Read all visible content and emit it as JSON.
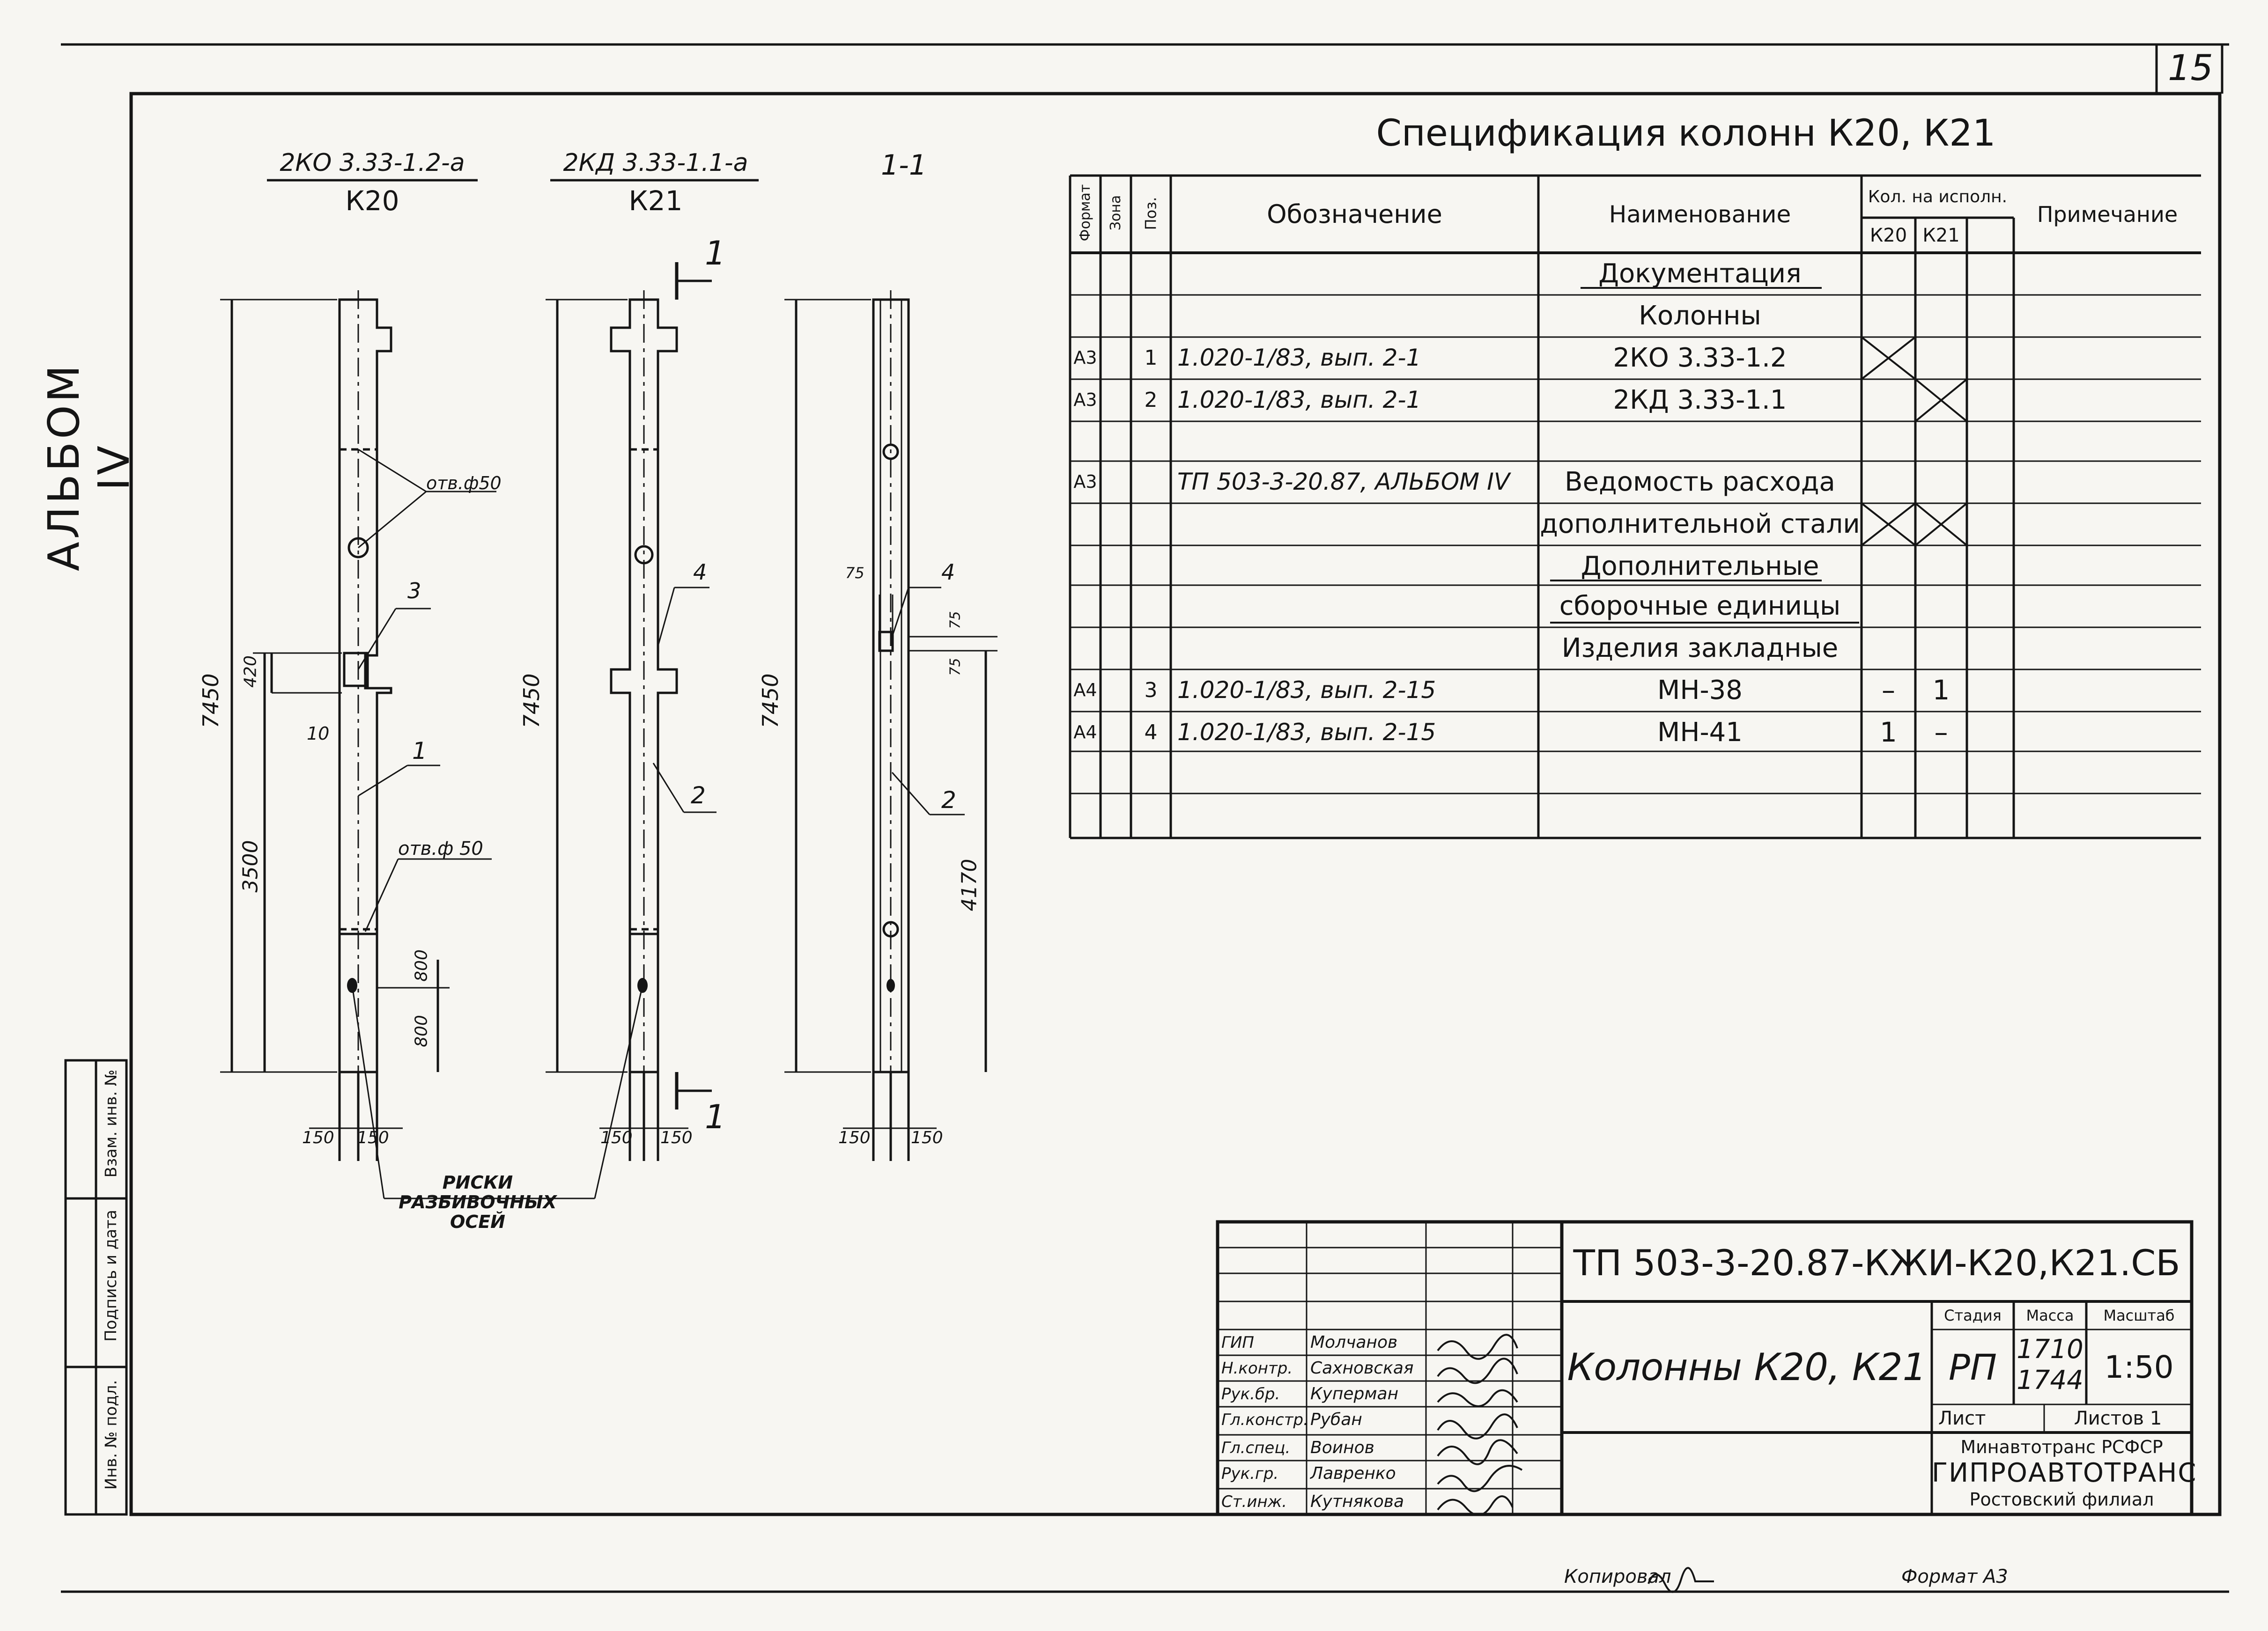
{
  "sheet_number": "15",
  "album_label": "АЛЬБОМ IV",
  "side_strip": {
    "inv_no": "Инв. № подл.",
    "signature_date": "Подпись и дата",
    "replaced_inv": "Взам. инв. №"
  },
  "drawing": {
    "col1_code": "2КО 3.33-1.2-а",
    "col1_mark": "К20",
    "col2_code": "2КД 3.33-1.1-а",
    "col2_mark": "К21",
    "section_label": "1-1",
    "cut_marker": "1",
    "dims": {
      "height": "7450",
      "d420": "420",
      "d10": "10",
      "d3500": "3500",
      "d800a": "800",
      "d800b": "800",
      "d150": "150",
      "d4170": "4170",
      "d75": "75"
    },
    "callouts": {
      "hole1": "отв.ф50",
      "hole2": "отв.ф 50",
      "pos1": "1",
      "pos2": "2",
      "pos3": "3",
      "pos4": "4"
    },
    "risk_note": [
      "РИСКИ",
      "РАЗБИВОЧНЫХ",
      "ОСЕЙ"
    ]
  },
  "spec": {
    "title": "Спецификация колонн К20, К21",
    "headers": {
      "format": "Формат",
      "zone": "Зона",
      "pos": "Поз.",
      "designation": "Обозначение",
      "name": "Наименование",
      "qty_group": "Кол. на исполн.",
      "k20": "К20",
      "k21": "К21",
      "note": "Примечание"
    },
    "rows": [
      {
        "format": "",
        "pos": "",
        "designation": "",
        "name": "Документация",
        "k20": "",
        "k21": ""
      },
      {
        "format": "",
        "pos": "",
        "designation": "",
        "name": "Колонны",
        "k20": "",
        "k21": ""
      },
      {
        "format": "А3",
        "pos": "1",
        "designation": "1.020-1/83, вып. 2-1",
        "name": "2КО 3.33-1.2",
        "k20": "",
        "k21": ""
      },
      {
        "format": "А3",
        "pos": "2",
        "designation": "1.020-1/83, вып. 2-1",
        "name": "2КД 3.33-1.1",
        "k20": "",
        "k21": ""
      },
      {
        "format": "",
        "pos": "",
        "designation": "",
        "name": "",
        "k20": "",
        "k21": ""
      },
      {
        "format": "А3",
        "pos": "",
        "designation": "ТП 503-3-20.87, АЛЬБОМ IV",
        "name": "Ведомость расхода",
        "k20": "",
        "k21": ""
      },
      {
        "format": "",
        "pos": "",
        "designation": "",
        "name": "дополнительной стали",
        "k20": "",
        "k21": ""
      },
      {
        "format": "",
        "pos": "",
        "designation": "",
        "name": "Дополнительные",
        "k20": "",
        "k21": ""
      },
      {
        "format": "",
        "pos": "",
        "designation": "",
        "name": "сборочные единицы",
        "k20": "",
        "k21": ""
      },
      {
        "format": "",
        "pos": "",
        "designation": "",
        "name": "Изделия закладные",
        "k20": "",
        "k21": ""
      },
      {
        "format": "А4",
        "pos": "3",
        "designation": "1.020-1/83, вып. 2-15",
        "name": "МН-38",
        "k20": "–",
        "k21": "1"
      },
      {
        "format": "А4",
        "pos": "4",
        "designation": "1.020-1/83, вып. 2-15",
        "name": "МН-41",
        "k20": "1",
        "k21": "–"
      },
      {
        "format": "",
        "pos": "",
        "designation": "",
        "name": "",
        "k20": "",
        "k21": ""
      },
      {
        "format": "",
        "pos": "",
        "designation": "",
        "name": "",
        "k20": "",
        "k21": ""
      }
    ]
  },
  "title_block": {
    "doc_code": "ТП 503-3-20.87-КЖИ-К20,К21.СБ",
    "object_name": "Колонны К20, К21",
    "stage_label": "Стадия",
    "mass_label": "Масса",
    "scale_label": "Масштаб",
    "stage": "РП",
    "mass1": "1710",
    "mass2": "1744",
    "scale": "1:50",
    "sheet_label": "Лист",
    "sheets_label": "Листов 1",
    "org1": "Минавтотранс РСФСР",
    "org2": "ГИПРОАВТОТРАНС",
    "org3": "Ростовский филиал",
    "people": [
      {
        "role": "ГИП",
        "name": "Молчанов"
      },
      {
        "role": "Н.контр.",
        "name": "Сахновская"
      },
      {
        "role": "Рук.бр.",
        "name": "Куперман"
      },
      {
        "role": "Гл.констр.",
        "name": "Рубан"
      },
      {
        "role": "Гл.спец.",
        "name": "Воинов"
      },
      {
        "role": "Рук.гр.",
        "name": "Лавренко"
      },
      {
        "role": "Ст.инж.",
        "name": "Кутнякова"
      }
    ]
  },
  "footer": {
    "copied": "Копировал",
    "format": "Формат А3"
  }
}
